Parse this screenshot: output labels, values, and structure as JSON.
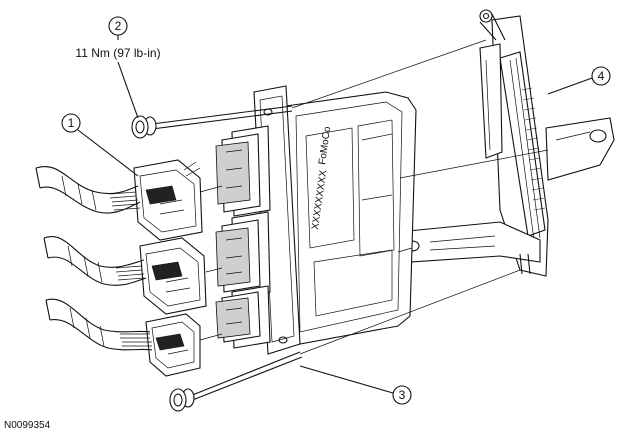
{
  "figure_id": "N0099354",
  "torque_spec": "11 Nm (97 lb-in)",
  "callouts": {
    "c1": "1",
    "c2": "2",
    "c3": "3",
    "c4": "4"
  },
  "icons": {
    "bolt": "bolt-icon",
    "connector": "electrical-connector-icon",
    "module": "control-module-icon",
    "bracket": "mounting-bracket-icon"
  }
}
